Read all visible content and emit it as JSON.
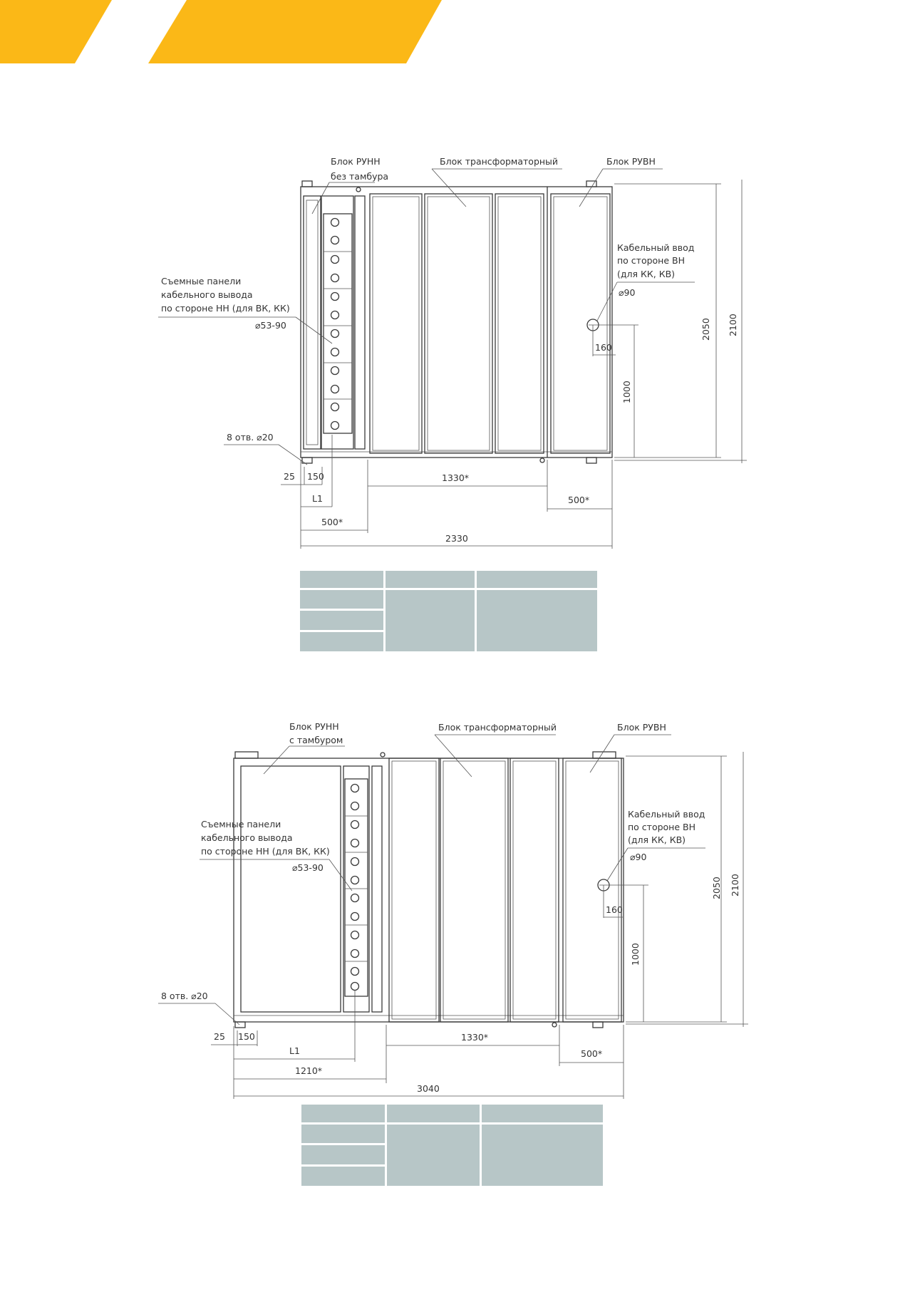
{
  "header": {
    "accent_color": "#fbb817"
  },
  "diagram_top": {
    "labels": {
      "rynn": "Блок РУНН",
      "rynn_variant": "без тамбура",
      "transformer": "Блок трансформаторный",
      "ruvn": "Блок РУВН",
      "cable_hv": [
        "Кабельный ввод",
        "по стороне ВН",
        "(для КК, КВ)"
      ],
      "cable_hv_dia": "⌀90",
      "panels": [
        "Съемные панели",
        "кабельного вывода",
        "по стороне НН (для ВК, КК)"
      ],
      "panels_dia": "⌀53-90",
      "holes": "8 отв. ⌀20"
    },
    "dims": {
      "d2050": "2050",
      "d2100": "2100",
      "d160": "160",
      "d1000": "1000",
      "d25": "25",
      "d150": "150",
      "d1330": "1330*",
      "dL1": "L1",
      "d500a": "500*",
      "d500b": "500*",
      "dTotal": "2330"
    }
  },
  "diagram_bottom": {
    "labels": {
      "rynn": "Блок РУНН",
      "rynn_variant": "с тамбуром",
      "transformer": "Блок трансформаторный",
      "ruvn": "Блок РУВН",
      "cable_hv": [
        "Кабельный ввод",
        "по стороне ВН",
        "(для КК, КВ)"
      ],
      "cable_hv_dia": "⌀90",
      "panels": [
        "Съемные панели",
        "кабельного вывода",
        "по стороне НН (для ВК, КК)"
      ],
      "panels_dia": "⌀53-90",
      "holes": "8 отв. ⌀20"
    },
    "dims": {
      "d2050": "2050",
      "d2100": "2100",
      "d160": "160",
      "d1000": "1000",
      "d25": "25",
      "d150": "150",
      "d1330": "1330*",
      "dL1": "L1",
      "d1210": "1210*",
      "d500": "500*",
      "dTotal": "3040"
    }
  },
  "table_color": "#b7c6c7"
}
